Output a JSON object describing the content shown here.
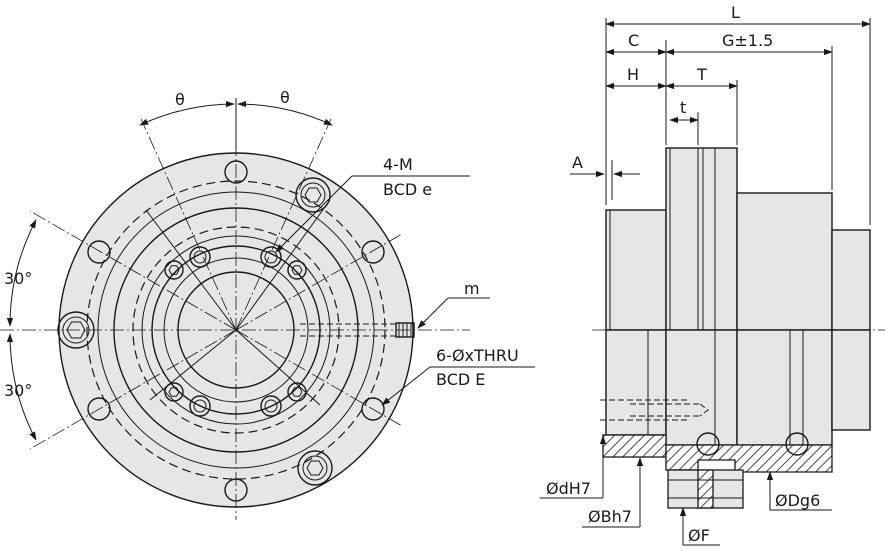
{
  "front_view": {
    "angle_left": "θ",
    "angle_right": "θ",
    "angle_30_top": "30°",
    "angle_30_bottom": "30°",
    "tap_holes_count": "4-M",
    "tap_holes_bcd": "BCD e",
    "thread": "m",
    "thru_holes_count": "6-ØxTHRU",
    "thru_holes_bcd": "BCD E"
  },
  "side_view": {
    "dim_L": "L",
    "dim_C": "C",
    "dim_G": "G±1.5",
    "dim_H": "H",
    "dim_T": "T",
    "dim_t": "t",
    "dim_A": "A",
    "dia_d": "ØdH7",
    "dia_B": "ØBh7",
    "dia_F": "ØF",
    "dia_D": "ØDg6"
  }
}
